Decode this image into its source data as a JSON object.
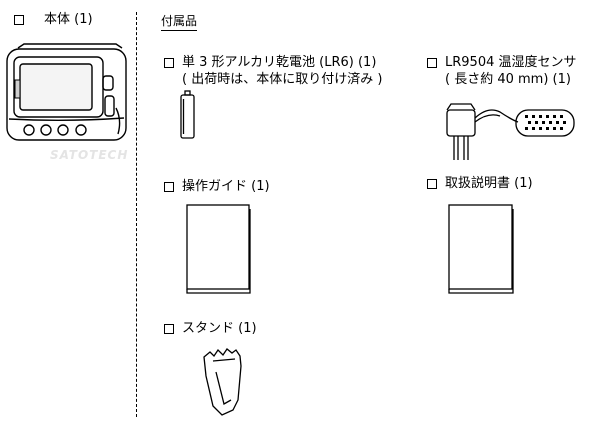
{
  "main_unit": {
    "label": "本体 (1)"
  },
  "accessories": {
    "heading": "付属品",
    "items": [
      {
        "id": "battery",
        "line1": "単 3 形アルカリ乾電池 (LR6) (1)",
        "line2": "( 出荷時は、本体に取り付け済み )"
      },
      {
        "id": "sensor",
        "line1": "LR9504 温湿度センサ",
        "line2": "( 長さ約 40 mm) (1)"
      },
      {
        "id": "quick_guide",
        "line1": "操作ガイド (1)"
      },
      {
        "id": "manual",
        "line1": "取扱説明書 (1)"
      },
      {
        "id": "stand",
        "line1": "スタンド (1)"
      }
    ]
  },
  "watermark": "SATOTECH"
}
